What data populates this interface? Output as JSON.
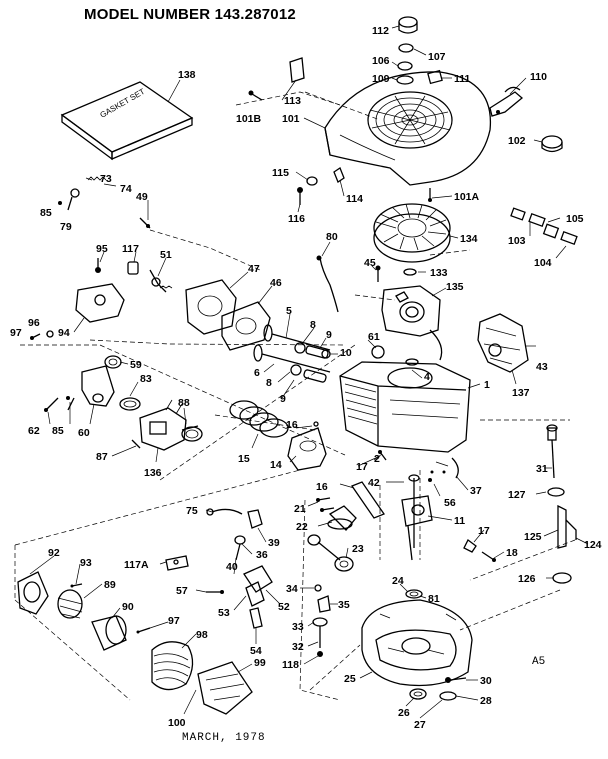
{
  "header": {
    "model_title": "MODEL NUMBER 143.287012"
  },
  "footer": {
    "date": "MARCH, 1978",
    "code": "A5"
  },
  "gasket_set_text": "GASKET SET",
  "callouts": [
    {
      "id": "c112",
      "label": "112"
    },
    {
      "id": "c107",
      "label": "107"
    },
    {
      "id": "c106",
      "label": "106"
    },
    {
      "id": "c109",
      "label": "109"
    },
    {
      "id": "c111",
      "label": "111"
    },
    {
      "id": "c110",
      "label": "110"
    },
    {
      "id": "c138",
      "label": "138"
    },
    {
      "id": "c113",
      "label": "113"
    },
    {
      "id": "c101b",
      "label": "101B"
    },
    {
      "id": "c101",
      "label": "101"
    },
    {
      "id": "c102",
      "label": "102"
    },
    {
      "id": "c115",
      "label": "115"
    },
    {
      "id": "c114",
      "label": "114"
    },
    {
      "id": "c101a",
      "label": "101A"
    },
    {
      "id": "c116",
      "label": "116"
    },
    {
      "id": "c73",
      "label": "73"
    },
    {
      "id": "c74",
      "label": "74"
    },
    {
      "id": "c85a",
      "label": "85"
    },
    {
      "id": "c79",
      "label": "79"
    },
    {
      "id": "c49",
      "label": "49"
    },
    {
      "id": "c105",
      "label": "105"
    },
    {
      "id": "c103",
      "label": "103"
    },
    {
      "id": "c134",
      "label": "134"
    },
    {
      "id": "c104",
      "label": "104"
    },
    {
      "id": "c80",
      "label": "80"
    },
    {
      "id": "c95",
      "label": "95"
    },
    {
      "id": "c117",
      "label": "117"
    },
    {
      "id": "c51",
      "label": "51"
    },
    {
      "id": "c47",
      "label": "47"
    },
    {
      "id": "c45",
      "label": "45"
    },
    {
      "id": "c133",
      "label": "133"
    },
    {
      "id": "c135",
      "label": "135"
    },
    {
      "id": "c46",
      "label": "46"
    },
    {
      "id": "c5",
      "label": "5"
    },
    {
      "id": "c97",
      "label": "97"
    },
    {
      "id": "c96",
      "label": "96"
    },
    {
      "id": "c94",
      "label": "94"
    },
    {
      "id": "c8a",
      "label": "8"
    },
    {
      "id": "c9a",
      "label": "9"
    },
    {
      "id": "c61",
      "label": "61"
    },
    {
      "id": "c10",
      "label": "10"
    },
    {
      "id": "c59",
      "label": "59"
    },
    {
      "id": "c6",
      "label": "6"
    },
    {
      "id": "c4",
      "label": "4"
    },
    {
      "id": "c43",
      "label": "43"
    },
    {
      "id": "c83",
      "label": "83"
    },
    {
      "id": "c8b",
      "label": "8"
    },
    {
      "id": "c1",
      "label": "1"
    },
    {
      "id": "c9b",
      "label": "9"
    },
    {
      "id": "c137",
      "label": "137"
    },
    {
      "id": "c88",
      "label": "88"
    },
    {
      "id": "c62",
      "label": "62"
    },
    {
      "id": "c85b",
      "label": "85"
    },
    {
      "id": "c60",
      "label": "60"
    },
    {
      "id": "c16a",
      "label": "16"
    },
    {
      "id": "c2",
      "label": "2"
    },
    {
      "id": "c15",
      "label": "15"
    },
    {
      "id": "c14",
      "label": "14"
    },
    {
      "id": "c87",
      "label": "87"
    },
    {
      "id": "c136",
      "label": "136"
    },
    {
      "id": "c17a",
      "label": "17"
    },
    {
      "id": "c31",
      "label": "31"
    },
    {
      "id": "c42",
      "label": "42"
    },
    {
      "id": "c16b",
      "label": "16"
    },
    {
      "id": "c37",
      "label": "37"
    },
    {
      "id": "c127",
      "label": "127"
    },
    {
      "id": "c56",
      "label": "56"
    },
    {
      "id": "c75",
      "label": "75"
    },
    {
      "id": "c21",
      "label": "21"
    },
    {
      "id": "c11",
      "label": "11"
    },
    {
      "id": "c22",
      "label": "22"
    },
    {
      "id": "c17b",
      "label": "17"
    },
    {
      "id": "c39",
      "label": "39"
    },
    {
      "id": "c125",
      "label": "125"
    },
    {
      "id": "c124",
      "label": "124"
    },
    {
      "id": "c23",
      "label": "23"
    },
    {
      "id": "c18",
      "label": "18"
    },
    {
      "id": "c92",
      "label": "92"
    },
    {
      "id": "c36",
      "label": "36"
    },
    {
      "id": "c93",
      "label": "93"
    },
    {
      "id": "c117a",
      "label": "117A"
    },
    {
      "id": "c40",
      "label": "40"
    },
    {
      "id": "c126",
      "label": "126"
    },
    {
      "id": "c89",
      "label": "89"
    },
    {
      "id": "c24",
      "label": "24"
    },
    {
      "id": "c57",
      "label": "57"
    },
    {
      "id": "c34",
      "label": "34"
    },
    {
      "id": "c81",
      "label": "81"
    },
    {
      "id": "c53",
      "label": "53"
    },
    {
      "id": "c52",
      "label": "52"
    },
    {
      "id": "c35",
      "label": "35"
    },
    {
      "id": "c90",
      "label": "90"
    },
    {
      "id": "c97b",
      "label": "97"
    },
    {
      "id": "c33",
      "label": "33"
    },
    {
      "id": "c54",
      "label": "54"
    },
    {
      "id": "c98",
      "label": "98"
    },
    {
      "id": "c32",
      "label": "32"
    },
    {
      "id": "c99",
      "label": "99"
    },
    {
      "id": "c118",
      "label": "118"
    },
    {
      "id": "c25",
      "label": "25"
    },
    {
      "id": "c30",
      "label": "30"
    },
    {
      "id": "c28",
      "label": "28"
    },
    {
      "id": "c26",
      "label": "26"
    },
    {
      "id": "c27",
      "label": "27"
    },
    {
      "id": "c100",
      "label": "100"
    }
  ]
}
